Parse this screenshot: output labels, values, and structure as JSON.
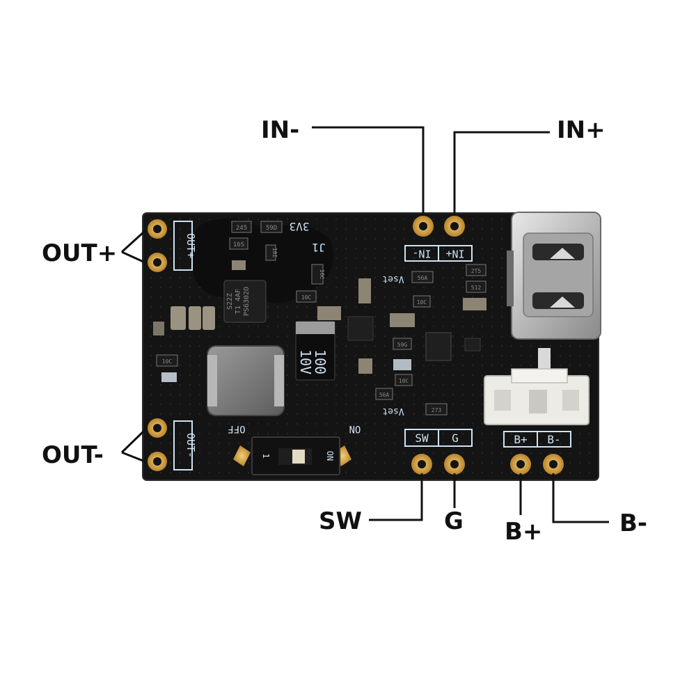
{
  "callouts": {
    "in_minus": "IN-",
    "in_plus": "IN+",
    "out_plus": "OUT+",
    "out_minus": "OUT-",
    "sw": "SW",
    "g": "G",
    "b_plus": "B+",
    "b_minus": "B-"
  },
  "silkscreen": {
    "out_plus": "OUT+",
    "out_minus": "OUT-",
    "in_minus": "IN-",
    "in_plus": "IN+",
    "sw": "SW",
    "g": "G",
    "b_plus": "B+",
    "b_minus": "B-",
    "off": "OFF",
    "on": "ON",
    "switch_one": "1",
    "switch_on": "ON",
    "vset_top": "Vset",
    "vset_bottom": "Vset",
    "j1": "J1",
    "v3": "3V3",
    "cap_100": "100",
    "cap_10v": "10V",
    "ic_line1": "PS6302O",
    "ic_line2": "T1 4AF",
    "ic_line3": "S22Z",
    "r_245": "245",
    "r_59d": "59D",
    "r_16s": "16S",
    "r_18i": "18I",
    "r_56a_1": "56A",
    "r_56a_2": "56A",
    "r_2t5": "2T5",
    "r_512": "512",
    "r_10c_1": "10C",
    "r_10c_2": "10C",
    "r_10c_3": "10C",
    "r_10c_4": "10C",
    "r_10c_5": "10C",
    "r_59g": "59G",
    "r_273": "273"
  },
  "colors": {
    "board": "#141414",
    "gold": "#d9a441",
    "silk": "#cfe3f2",
    "callout": "#111111"
  }
}
